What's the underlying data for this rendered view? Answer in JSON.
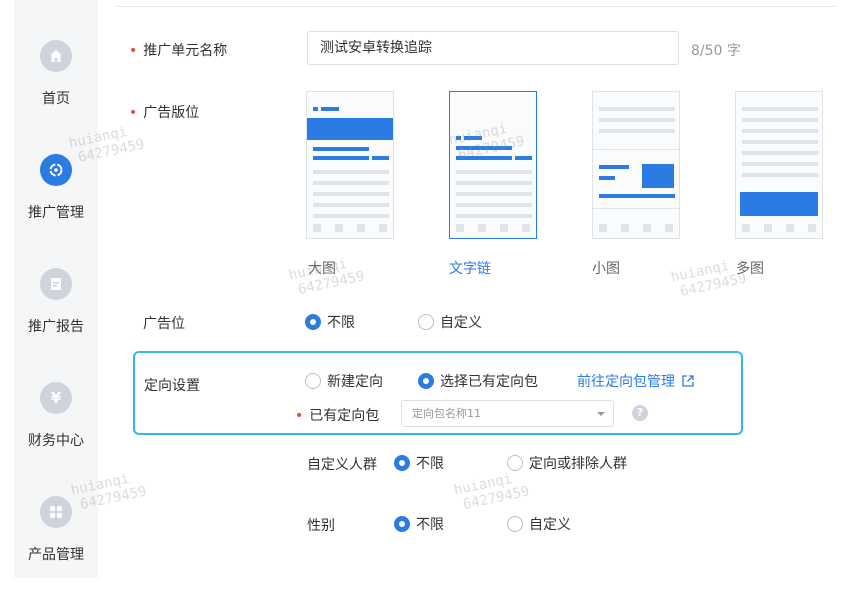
{
  "sidebar": {
    "items": [
      {
        "label": "首页",
        "icon": "home-icon",
        "active": false
      },
      {
        "label": "推广管理",
        "icon": "promotion-icon",
        "active": true
      },
      {
        "label": "推广报告",
        "icon": "report-icon",
        "active": false
      },
      {
        "label": "财务中心",
        "icon": "yuan-icon",
        "active": false
      },
      {
        "label": "产品管理",
        "icon": "grid-icon",
        "active": false
      }
    ]
  },
  "form": {
    "unit_name": {
      "label": "推广单元名称",
      "value": "测试安卓转换追踪",
      "counter": "8/50 字"
    },
    "ad_slot": {
      "label": "广告版位",
      "options": [
        "大图",
        "文字链",
        "小图",
        "多图"
      ],
      "selected": "文字链"
    },
    "ad_position": {
      "label": "广告位",
      "options": [
        "不限",
        "自定义"
      ],
      "selected": "不限"
    },
    "targeting": {
      "label": "定向设置",
      "options": [
        "新建定向",
        "选择已有定向包"
      ],
      "selected": "选择已有定向包",
      "manage_link": "前往定向包管理",
      "existing_label": "已有定向包",
      "select_placeholder": "定向包名称11",
      "help_icon": "question-icon"
    },
    "custom_audience": {
      "label": "自定义人群",
      "options": [
        "不限",
        "定向或排除人群"
      ],
      "selected": "不限"
    },
    "gender": {
      "label": "性别",
      "options": [
        "不限",
        "自定义"
      ],
      "selected": "不限"
    }
  },
  "watermark": {
    "line1": "huianqi",
    "line2": "64279459"
  },
  "colors": {
    "accent": "#2b7be4",
    "highlight_border": "#38b6e6",
    "required": "#e84a3b"
  }
}
